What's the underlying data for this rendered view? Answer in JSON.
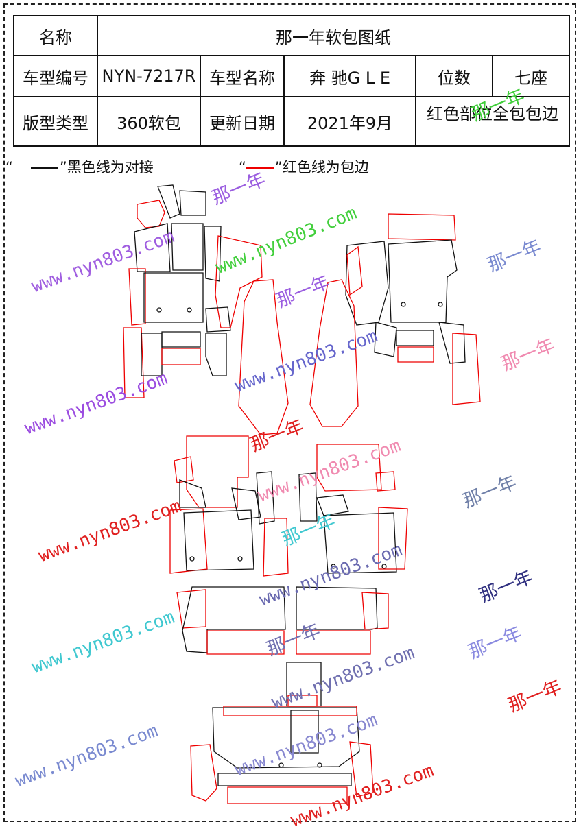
{
  "header": {
    "name_label": "名称",
    "title": "那一年软包图纸",
    "model_code_label": "车型编号",
    "model_code": "NYN-7217R",
    "model_name_label": "车型名称",
    "model_name": "奔 驰G L E",
    "seats_label": "位数",
    "seats": "七座",
    "pattern_type_label": "版型类型",
    "pattern_type": "360软包",
    "update_label": "更新日期",
    "update_date": "2021年9月",
    "note": "红色部位全包包边"
  },
  "legend": {
    "black_text": "黑色线为对接",
    "red_text": "红色线为包边",
    "open_quote": "“",
    "close_quote": "”"
  },
  "colors": {
    "black_line": "#111111",
    "red_line": "#e00000"
  },
  "watermarks": {
    "url": "www.nyn803.com",
    "brand": "那一年"
  }
}
